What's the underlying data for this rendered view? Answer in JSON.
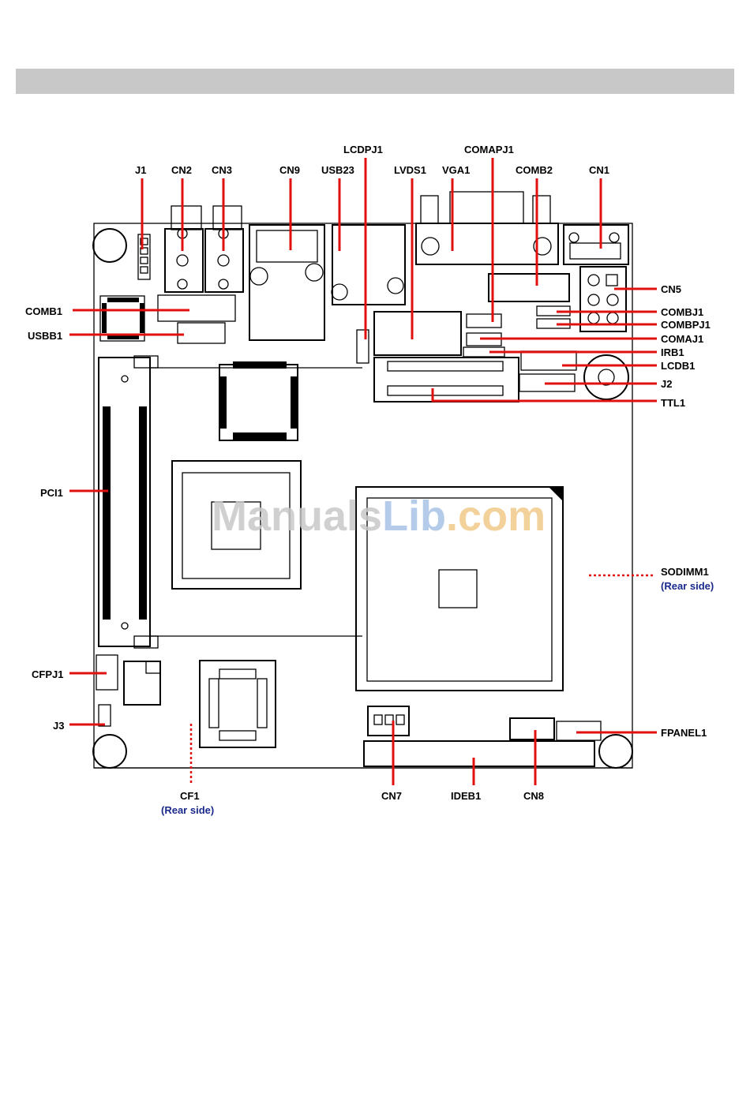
{
  "watermark": {
    "part1": "Manuals",
    "part2": "Lib",
    "part3": ".com",
    "colors": {
      "part1": "#c8c8c8",
      "part2": "#a8c4e6",
      "part3": "#f2c98a"
    }
  },
  "colors": {
    "leader": "#e01010",
    "rear_side_note": "#1a2a8c",
    "header_bar": "#c8c8c8"
  },
  "labels": {
    "j1": "J1",
    "cn2": "CN2",
    "cn3": "CN3",
    "cn9": "CN9",
    "usb23": "USB23",
    "lcdpj1": "LCDPJ1",
    "lvds1": "LVDS1",
    "vga1": "VGA1",
    "comapj1": "COMAPJ1",
    "comb2": "COMB2",
    "cn1": "CN1",
    "cn5": "CN5",
    "combj1": "COMBJ1",
    "combpj1": "COMBPJ1",
    "comaj1": "COMAJ1",
    "irb1": "IRB1",
    "lcdb1": "LCDB1",
    "j2": "J2",
    "ttl1": "TTL1",
    "comb1": "COMB1",
    "usbb1": "USBB1",
    "pci1": "PCI1",
    "sodimm1": "SODIMM1",
    "cfpj1": "CFPJ1",
    "j3": "J3",
    "fpanel1": "FPANEL1",
    "cf1": "CF1",
    "cn7": "CN7",
    "ideb1": "IDEB1",
    "cn8": "CN8"
  },
  "rear_side_notes": {
    "sodimm1": "(Rear side)",
    "cf1": "(Rear side)"
  }
}
